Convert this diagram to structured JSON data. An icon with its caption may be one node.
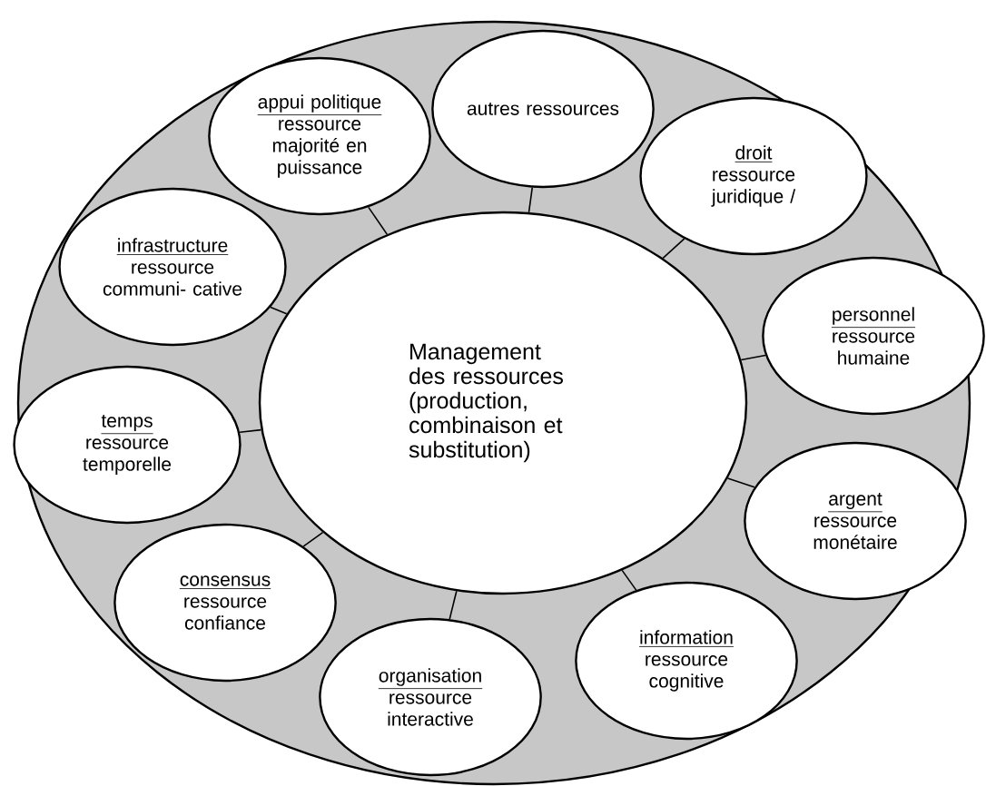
{
  "diagram": {
    "nodes": [
      {
        "text": [],
        "shape": "ellipse"
      },
      {
        "text": [
          "Management des ressources (production, combinaison et substitution)"
        ],
        "in": 0
      },
      {
        "text": [
          "appui politique",
          "ressource majorité en puissance"
        ],
        "in": 0
      },
      {
        "text": [
          "autres ressources"
        ],
        "in": 0
      },
      {
        "text": [
          "droit",
          "ressource juridique /"
        ],
        "in": 0
      },
      {
        "text": [
          "personnel",
          "ressource humaine"
        ],
        "in": 0
      },
      {
        "text": [
          "argent",
          "ressource monétaire"
        ],
        "in": 0
      },
      {
        "text": [
          "information",
          "ressource cognitive"
        ],
        "in": 0
      },
      {
        "text": [
          "organisation",
          "ressource interactive"
        ],
        "in": 0
      },
      {
        "text": [
          "consensus",
          "ressource confiance"
        ],
        "in": 0
      },
      {
        "text": [
          "temps",
          "ressource temporelle"
        ],
        "in": 0
      },
      {
        "text": [
          "infrastructure",
          "ressource communi- cative"
        ],
        "in": 0
      }
    ],
    "edges": [
      {
        "from": 1,
        "to": 2,
        "arrow": "none"
      },
      {
        "from": 1,
        "to": 3,
        "arrow": "none"
      },
      {
        "from": 1,
        "to": 4,
        "arrow": "none"
      },
      {
        "from": 1,
        "to": 5,
        "arrow": "none"
      },
      {
        "from": 1,
        "to": 6,
        "arrow": "none"
      },
      {
        "from": 1,
        "to": 7,
        "arrow": "none"
      },
      {
        "from": 1,
        "to": 8,
        "arrow": "none"
      },
      {
        "from": 1,
        "to": 9,
        "arrow": "none"
      },
      {
        "from": 1,
        "to": 10,
        "arrow": "none"
      },
      {
        "from": 1,
        "to": 11,
        "arrow": "none"
      }
    ]
  }
}
